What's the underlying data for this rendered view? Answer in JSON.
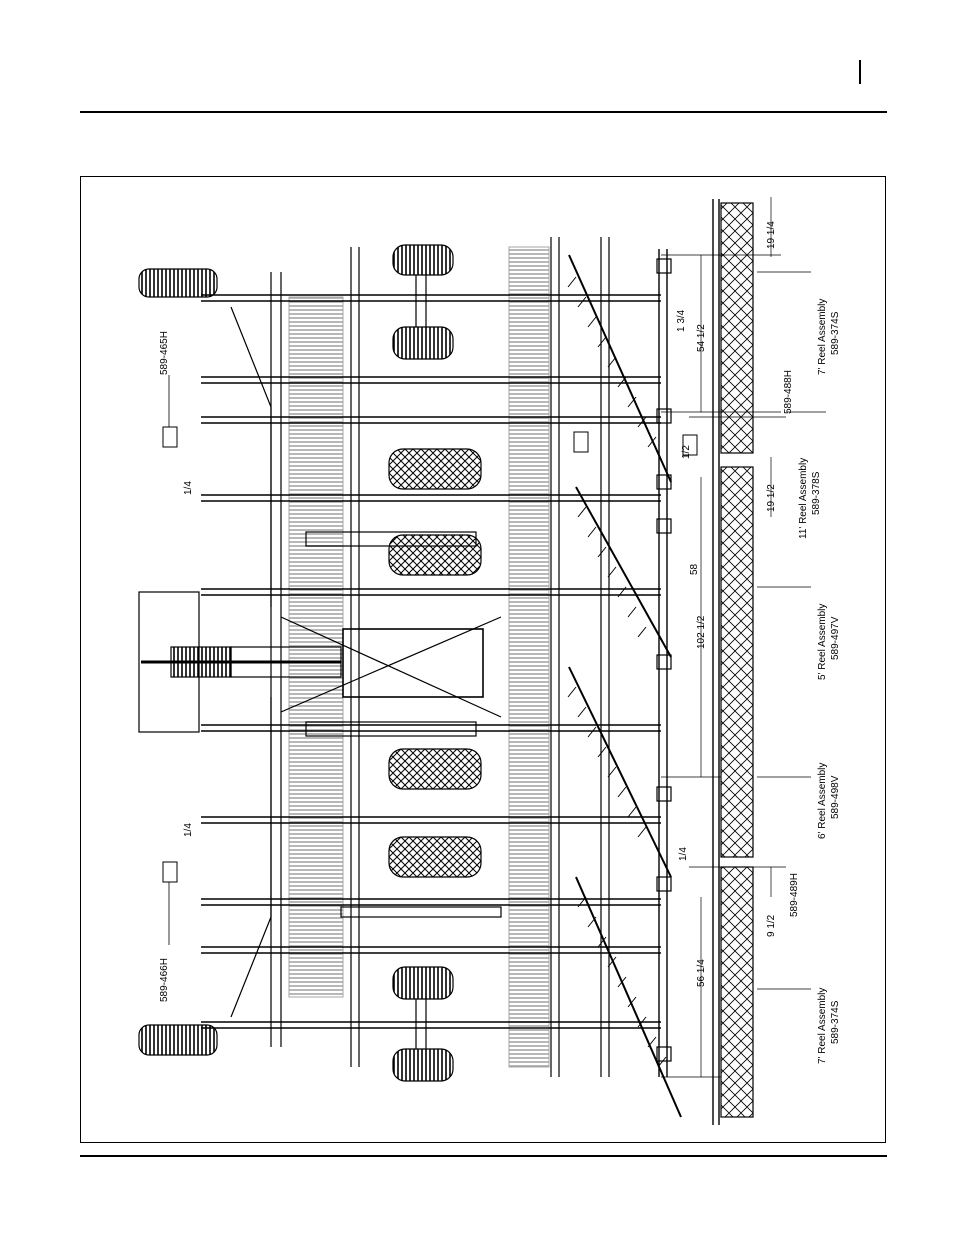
{
  "figure": {
    "reel_labels": [
      {
        "title": "7' Reel Assembly",
        "part": "589-374S"
      },
      {
        "title": "11' Reel Assembly",
        "part": "589-378S"
      },
      {
        "title": "5' Reel Assembly",
        "part": "589-497V"
      },
      {
        "title": "6' Reel Assembly",
        "part": "589-498V"
      },
      {
        "title": "7' Reel Assembly",
        "part": "589-374S"
      }
    ],
    "part_numbers": {
      "top_left": "589-465H",
      "bottom_left": "589-466H",
      "upper_right": "589-488H",
      "lower_right": "589-489H"
    },
    "dimensions": {
      "d_19_1_4": "19 1/4",
      "d_1_3_4": "1 3/4",
      "d_54_1_2": "54 1/2",
      "d_1_2": "1/2",
      "d_19_1_2": "19 1/2",
      "d_58": "58",
      "d_102_1_2": "102 1/2",
      "d_1_4_right": "1/4",
      "d_9_1_2": "9 1/2",
      "d_56_1_4": "56 1/4",
      "d_1_4_left_top": "1/4",
      "d_1_4_left_bottom": "1/4"
    }
  }
}
